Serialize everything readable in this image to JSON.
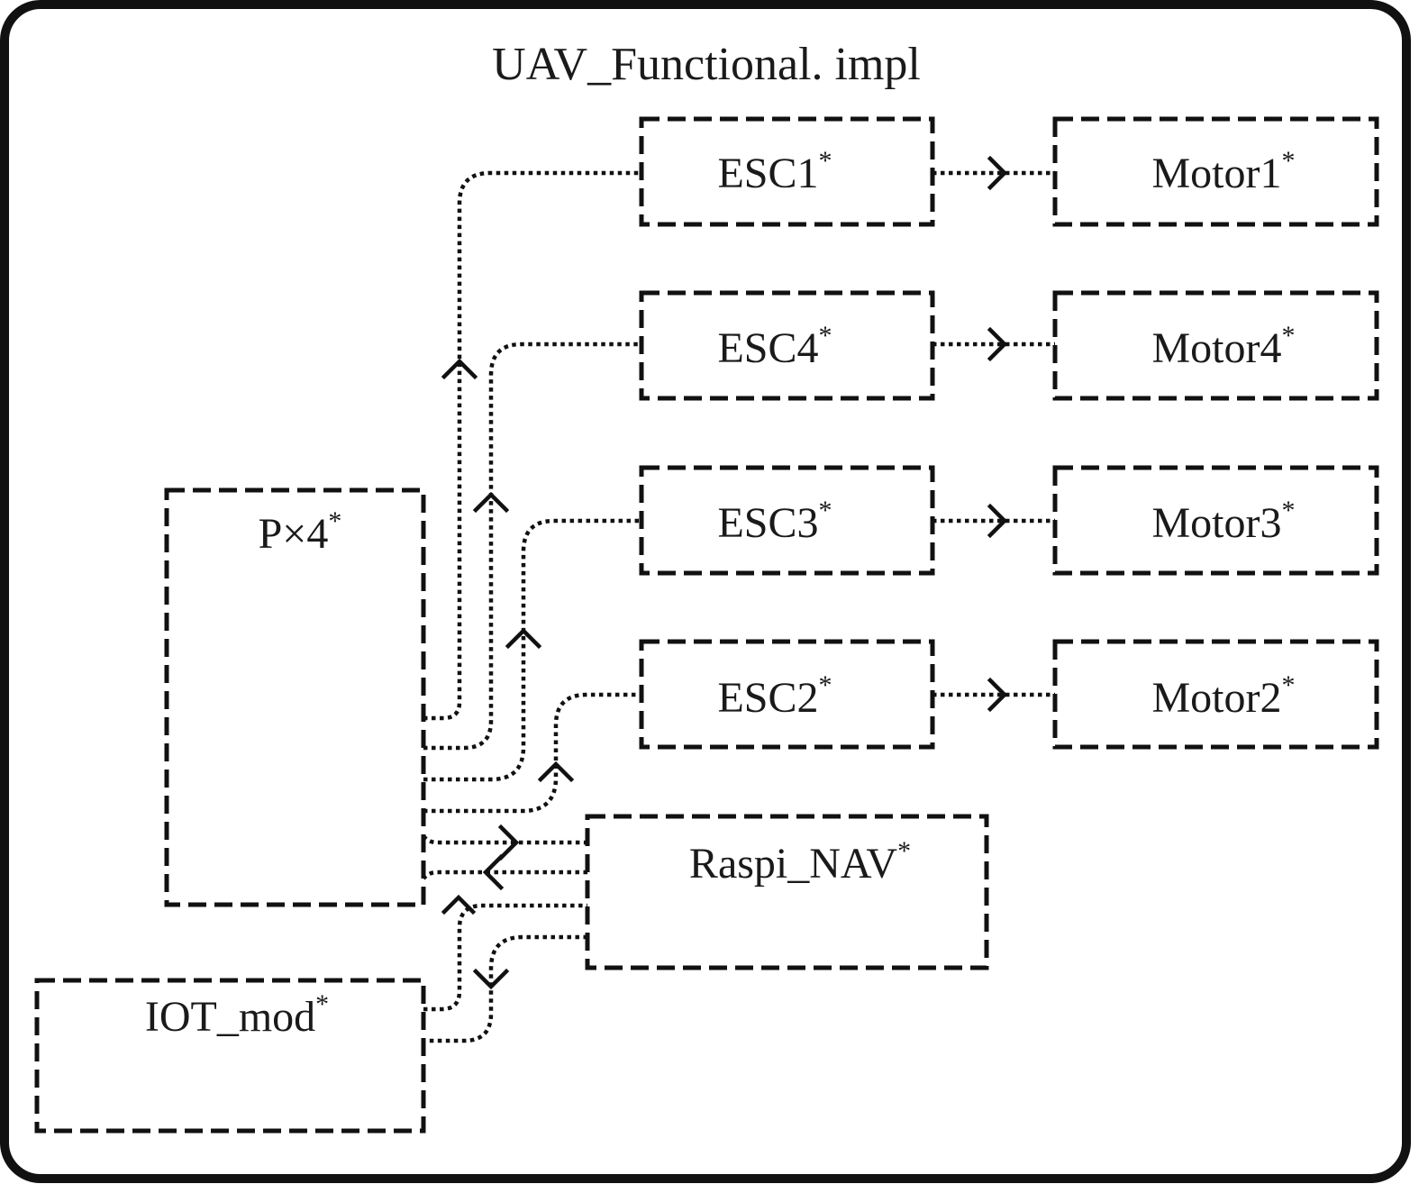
{
  "diagram": {
    "title": "UAV_Functional. impl",
    "components": {
      "px4": {
        "name": "P×4",
        "marker": "*"
      },
      "esc1": {
        "name": "ESC1",
        "marker": "*"
      },
      "esc4": {
        "name": "ESC4",
        "marker": "*"
      },
      "esc3": {
        "name": "ESC3",
        "marker": "*"
      },
      "esc2": {
        "name": "ESC2",
        "marker": "*"
      },
      "motor1": {
        "name": "Motor1",
        "marker": "*"
      },
      "motor4": {
        "name": "Motor4",
        "marker": "*"
      },
      "motor3": {
        "name": "Motor3",
        "marker": "*"
      },
      "motor2": {
        "name": "Motor2",
        "marker": "*"
      },
      "raspi_nav": {
        "name": "Raspi_NAV",
        "marker": "*"
      },
      "iot_mod": {
        "name": "IOT_mod",
        "marker": "*"
      }
    },
    "connections": [
      {
        "from": "P×4",
        "to": "ESC1",
        "style": "dotted",
        "arrow": "toward-source-up"
      },
      {
        "from": "P×4",
        "to": "ESC4",
        "style": "dotted",
        "arrow": "toward-source-up"
      },
      {
        "from": "P×4",
        "to": "ESC3",
        "style": "dotted",
        "arrow": "toward-source-up"
      },
      {
        "from": "P×4",
        "to": "ESC2",
        "style": "dotted",
        "arrow": "toward-source-up"
      },
      {
        "from": "ESC1",
        "to": "Motor1",
        "style": "dotted",
        "arrow": "right"
      },
      {
        "from": "ESC4",
        "to": "Motor4",
        "style": "dotted",
        "arrow": "right"
      },
      {
        "from": "ESC3",
        "to": "Motor3",
        "style": "dotted",
        "arrow": "right"
      },
      {
        "from": "ESC2",
        "to": "Motor2",
        "style": "dotted",
        "arrow": "right"
      },
      {
        "from": "P×4",
        "to": "Raspi_NAV",
        "style": "dotted",
        "arrow": "right"
      },
      {
        "from": "Raspi_NAV",
        "to": "P×4",
        "style": "dotted",
        "arrow": "left"
      },
      {
        "from": "IOT_mod",
        "to": "Raspi_NAV",
        "style": "dotted",
        "arrow": "up"
      },
      {
        "from": "Raspi_NAV",
        "to": "IOT_mod",
        "style": "dotted",
        "arrow": "down"
      }
    ]
  }
}
